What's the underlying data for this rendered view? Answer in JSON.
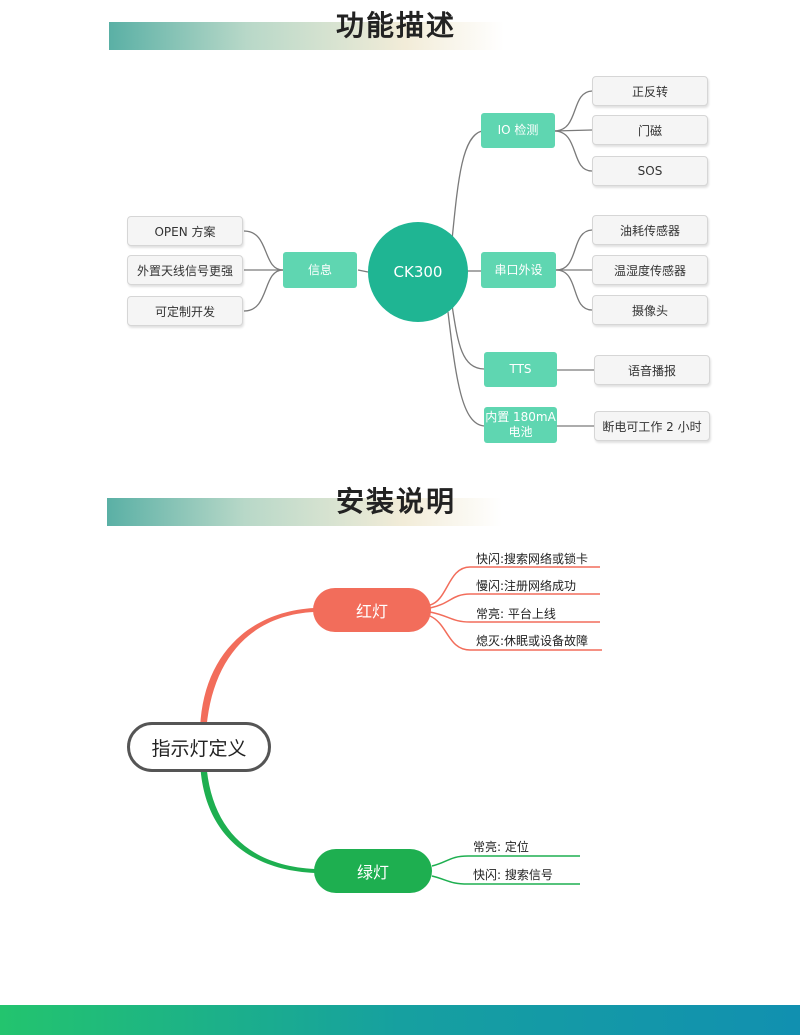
{
  "section1": {
    "title": "功能描述",
    "center": "CK300",
    "left_branch": {
      "label": "信息",
      "leaves": [
        "OPEN 方案",
        "外置天线信号更强",
        "可定制开发"
      ]
    },
    "right_branches": [
      {
        "label": "IO 检测",
        "leaves": [
          "正反转",
          "门磁",
          "SOS"
        ]
      },
      {
        "label": "串口外设",
        "leaves": [
          "油耗传感器",
          "温湿度传感器",
          "摄像头"
        ]
      },
      {
        "label": "TTS",
        "leaves": [
          "语音播报"
        ]
      },
      {
        "label": "内置 180mA 电池",
        "leaves": [
          "断电可工作 2 小时"
        ]
      }
    ],
    "colors": {
      "branch": "#5fd6b1",
      "center": "#1fb593",
      "connector": "#7a7a7a"
    }
  },
  "section2": {
    "title": "安装说明",
    "root": "指示灯定义",
    "red": {
      "label": "红灯",
      "color": "#f26d5b",
      "items": [
        "快闪:搜索网络或锁卡",
        "慢闪:注册网络成功",
        "常亮: 平台上线",
        "熄灭:休眠或设备故障"
      ]
    },
    "green": {
      "label": "绿灯",
      "color": "#1eaf50",
      "items": [
        "常亮: 定位",
        "快闪: 搜索信号"
      ]
    }
  }
}
